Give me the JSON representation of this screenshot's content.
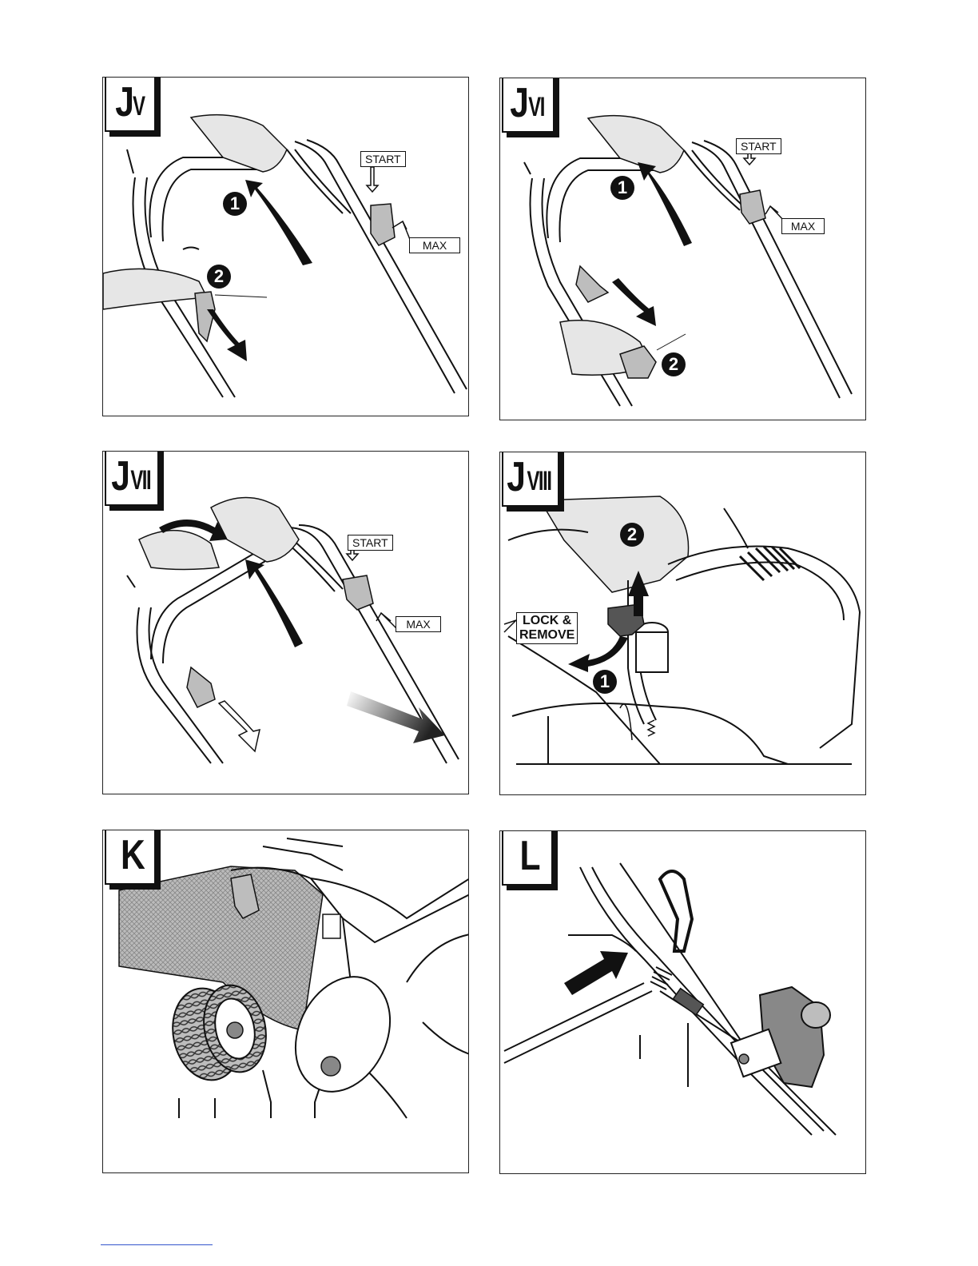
{
  "panels": [
    {
      "id": "jv",
      "letter": "J",
      "suffix": "V",
      "labels": {
        "start": "START",
        "max": "MAX"
      },
      "steps": [
        "1",
        "2"
      ]
    },
    {
      "id": "jvi",
      "letter": "J",
      "suffix": "VI",
      "labels": {
        "start": "START",
        "max": "MAX"
      },
      "steps": [
        "1",
        "2"
      ]
    },
    {
      "id": "jvii",
      "letter": "J",
      "suffix": "VII",
      "labels": {
        "start": "START",
        "max": "MAX"
      }
    },
    {
      "id": "jviii",
      "letter": "J",
      "suffix": "VIII",
      "labels": {
        "lock_line1": "LOCK &",
        "lock_line2": "REMOVE"
      },
      "steps": [
        "1",
        "2"
      ]
    },
    {
      "id": "k",
      "letter": "K",
      "suffix": ""
    },
    {
      "id": "l",
      "letter": "L",
      "suffix": ""
    }
  ],
  "colors": {
    "line": "#111111",
    "fill_grey": "#bdbdbd",
    "hand": "#e6e6e6",
    "link_rule": "#3355cc"
  }
}
